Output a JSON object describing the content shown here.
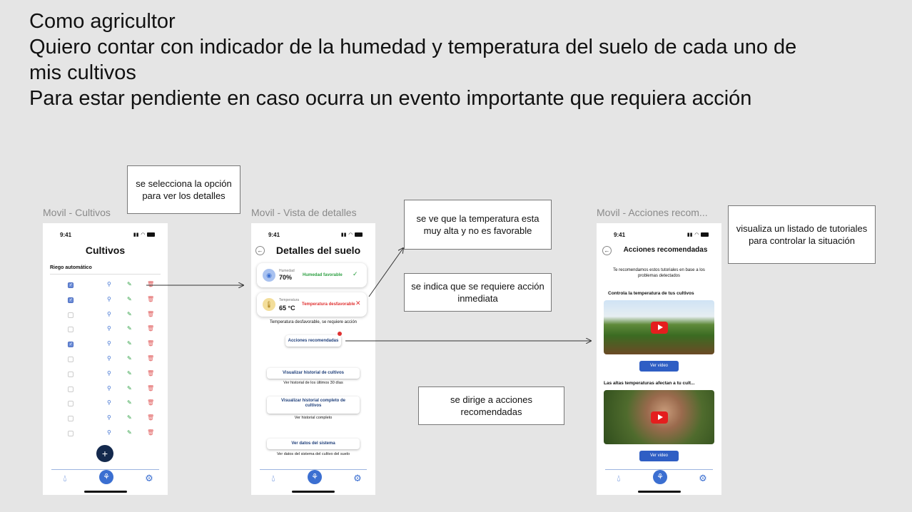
{
  "story": {
    "line1": "Como agricultor",
    "line2": "Quiero contar con indicador de la humedad y temperatura del suelo de cada uno de",
    "line3": "mis cultivos",
    "line4": "Para estar pendiente en caso ocurra un evento importante que requiera acción"
  },
  "frames": {
    "cultivos": "Movil - Cultivos",
    "detalles": "Movil - Vista de detalles",
    "acciones": "Movil - Acciones recom..."
  },
  "notes": {
    "select": "se selecciona la opción para ver los detalles",
    "temp": "se ve que la temperatura esta muy alta y no es favorable",
    "accion": "se indica que se requiere acción inmediata",
    "dirige": "se dirige a acciones recomendadas",
    "tutoriales": "visualiza un listado de tutoriales para controlar la situación"
  },
  "status_time": "9:41",
  "cultivos": {
    "title": "Cultivos",
    "section": "Riego automático",
    "rows": [
      true,
      true,
      false,
      false,
      true,
      false,
      false,
      false,
      false,
      false,
      false
    ],
    "fab": "+"
  },
  "detalles": {
    "title": "Detalles del suelo",
    "humedad_label": "Humedad",
    "humedad_value": "70%",
    "humedad_state": "Humedad favorable",
    "temp_label": "Temperatura",
    "temp_value": "65 °C",
    "temp_state": "Temperatura desfavorable",
    "warning": "Temperatura desfavorable, se requiere acción",
    "acciones_btn": "Acciones recomendadas",
    "historial_btn": "Visualizar historial de cultivos",
    "historial_sub": "Ver historial de los últimos 30 días",
    "historial_full_btn": "Visualizar historial completo de cultivos",
    "historial_full_sub": "Ver historial completo",
    "sistema_btn": "Ver datos del sistema",
    "sistema_sub": "Ver datos del sistema del cultivo del suelo"
  },
  "acciones": {
    "title": "Acciones recomendadas",
    "intro": "Te recomendamos estos tutoriales en base a los problemas detectados",
    "video1_title": "Controla la temperatura de tus cultivos",
    "video2_title": "Las altas temperaturas afectan a tu cult...",
    "ver_video": "Ver video"
  },
  "colors": {
    "accent": "#3b6fd1",
    "danger": "#e03131",
    "success": "#2ea043"
  }
}
